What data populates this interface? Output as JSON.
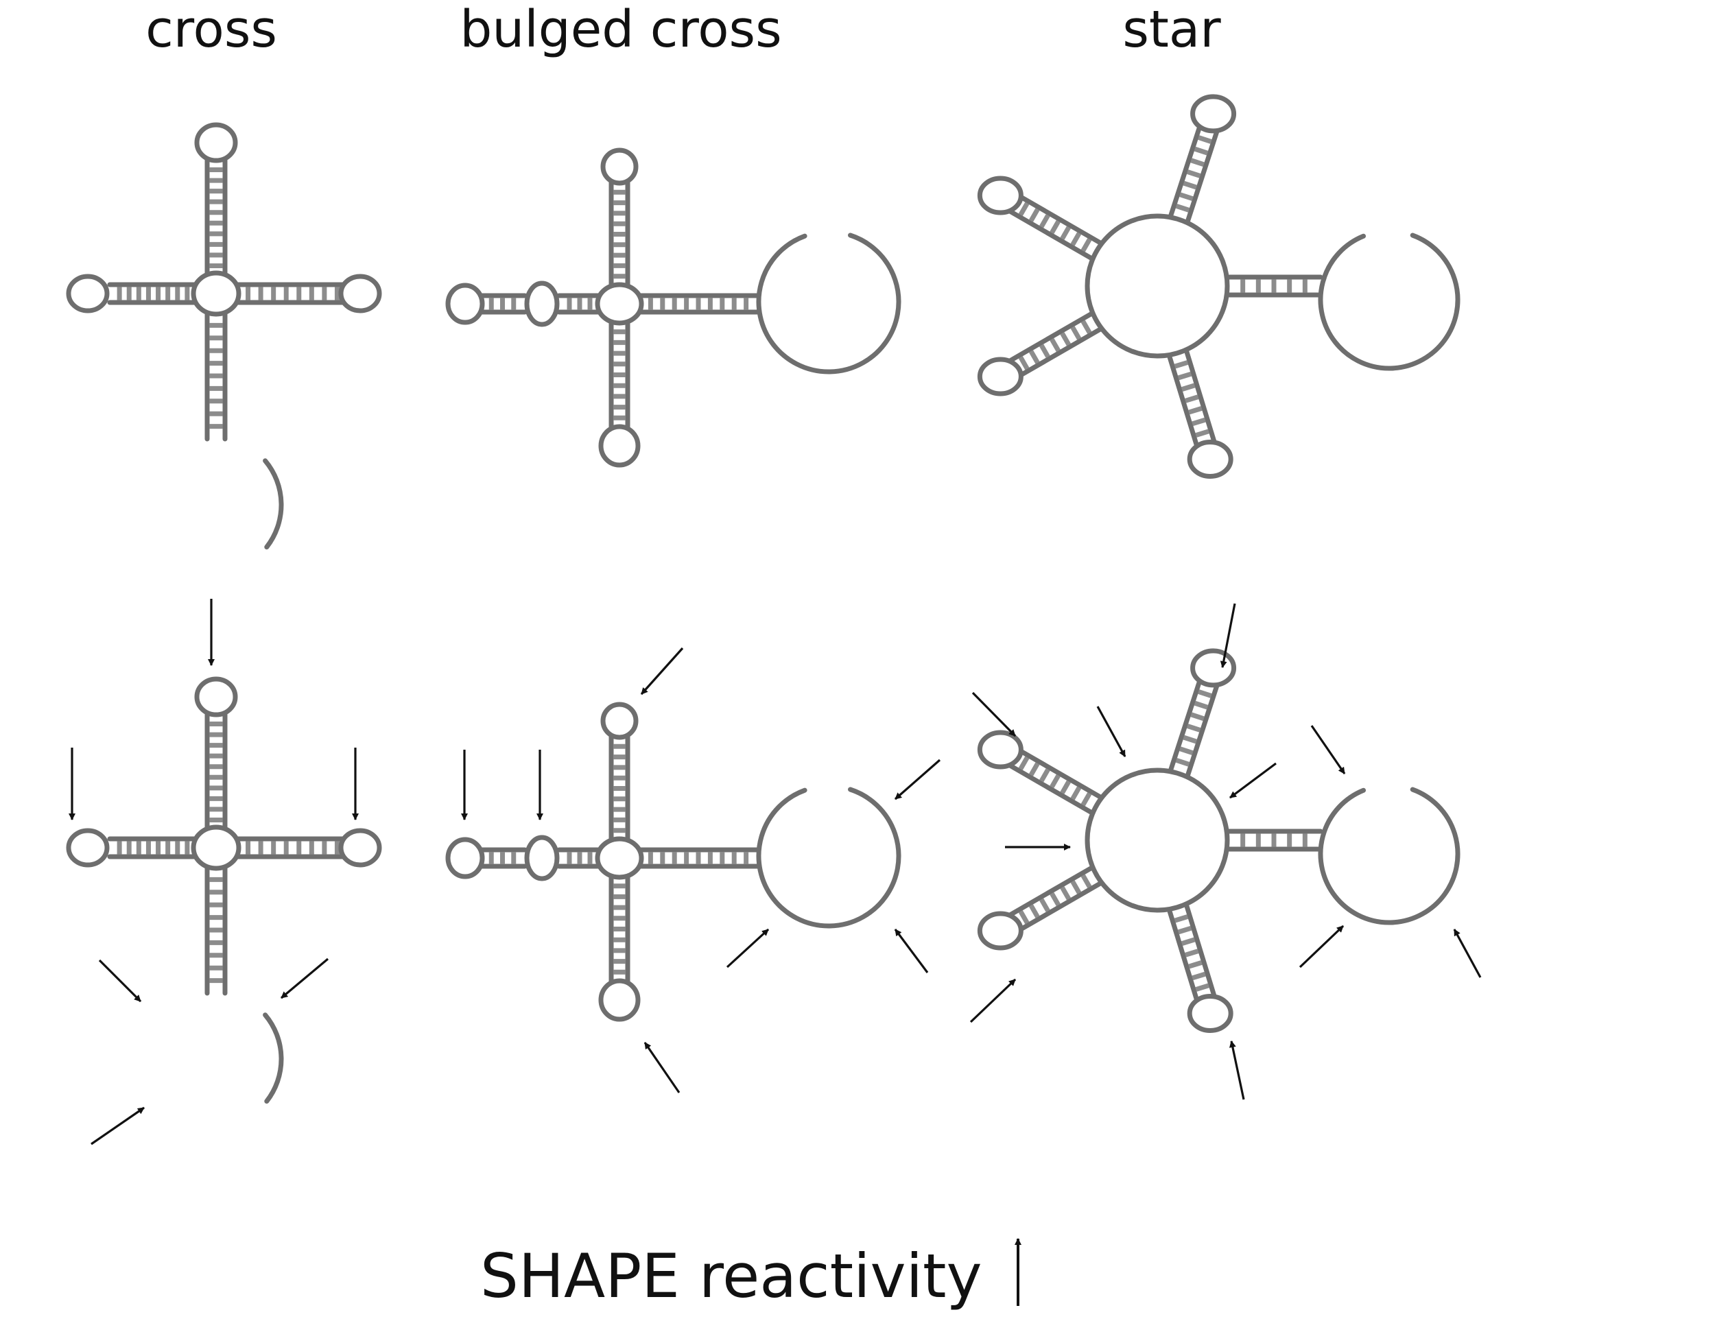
{
  "columns": [
    {
      "label": "cross"
    },
    {
      "label": "bulged cross"
    },
    {
      "label": "star"
    }
  ],
  "legend": {
    "text": "SHAPE reactivity",
    "symbol": "up-arrow"
  },
  "colors": {
    "rna": "#6e6e6e",
    "base_pair": "#8c8c8c",
    "arrow": "#111111",
    "text": "#111111"
  }
}
